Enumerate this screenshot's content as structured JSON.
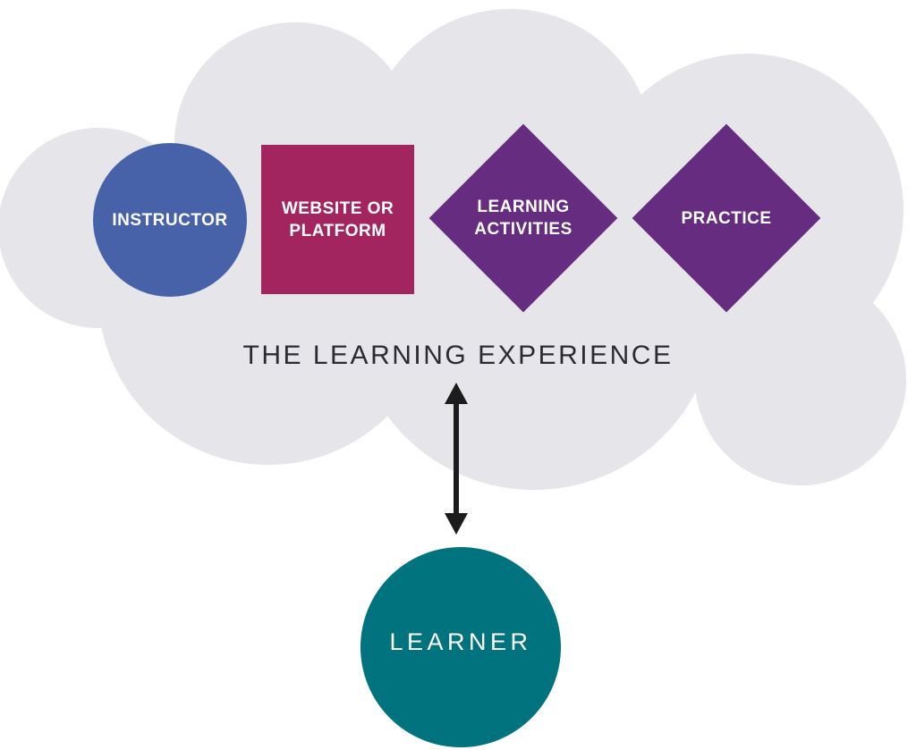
{
  "diagram": {
    "cloud": {
      "title": "THE LEARNING EXPERIENCE"
    },
    "nodes": {
      "instructor": {
        "label": "INSTRUCTOR",
        "shape": "circle",
        "color": "#4862a9"
      },
      "platform": {
        "line1": "WEBSITE OR",
        "line2": "PLATFORM",
        "shape": "square",
        "color": "#a3255f"
      },
      "activities": {
        "line1": "LEARNING",
        "line2": "ACTIVITIES",
        "shape": "diamond",
        "color": "#652c7f"
      },
      "practice": {
        "label": "PRACTICE",
        "shape": "diamond",
        "color": "#652c7f"
      },
      "learner": {
        "label": "LEARNER",
        "shape": "circle",
        "color": "#00737e"
      }
    },
    "connector": {
      "style": "double-headed-arrow",
      "color": "#1c1c1c"
    },
    "colors": {
      "background": "#ffffff",
      "cloud": "#e6e5e9",
      "title_text": "#2b2b33",
      "node_label_text": "#ffffff"
    }
  }
}
